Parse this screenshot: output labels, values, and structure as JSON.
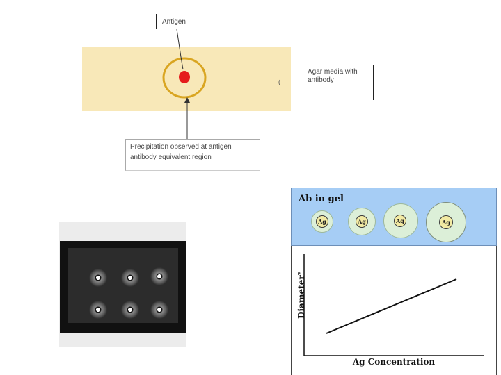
{
  "top_diagram": {
    "antigen_label": "Antigen",
    "agar_label": "Agar media with antibody",
    "precipitation_label": "Precipitation observed at antigen antibody equivalent region",
    "colors": {
      "agar": "#f8e8b8",
      "antigen_well": "#e51c1c",
      "precipitin_ring": "#d9a521"
    }
  },
  "photo": {
    "rows": 2,
    "wells_per_row": 3
  },
  "gel_panel": {
    "title": "Ab in gel",
    "wells": [
      "Ag",
      "Ag",
      "Ag",
      "Ag"
    ],
    "colors": {
      "background": "#a6cdf5",
      "ring": "#dcefd8",
      "well": "#f2eaa3"
    }
  },
  "graph": {
    "y_axis_label": "Diameter²",
    "x_axis_label": "Ag Concentration",
    "trend": "linear increasing"
  }
}
